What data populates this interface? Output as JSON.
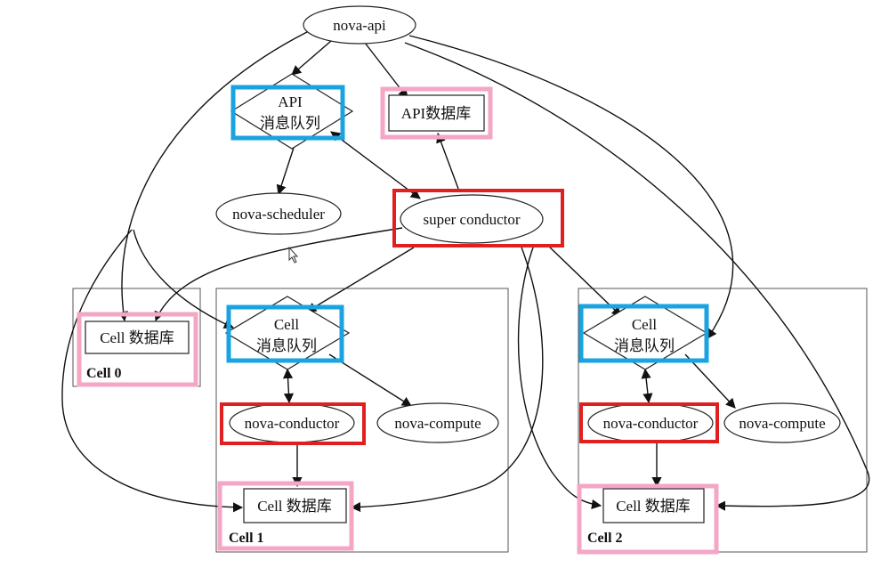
{
  "nodes": {
    "nova_api": "nova-api",
    "api_mq_line1": "API",
    "api_mq_line2": "消息队列",
    "api_db": "API数据库",
    "scheduler": "nova-scheduler",
    "super_conductor": "super conductor",
    "cell0_db": "Cell 数据库",
    "cell1_mq_line1": "Cell",
    "cell1_mq_line2": "消息队列",
    "cell1_conductor": "nova-conductor",
    "cell1_compute": "nova-compute",
    "cell1_db": "Cell 数据库",
    "cell2_mq_line1": "Cell",
    "cell2_mq_line2": "消息队列",
    "cell2_conductor": "nova-conductor",
    "cell2_compute": "nova-compute",
    "cell2_db": "Cell 数据库"
  },
  "cells": {
    "cell0": "Cell 0",
    "cell1": "Cell 1",
    "cell2": "Cell 2"
  },
  "highlight_colors": {
    "message_queue": "#1aa3e0",
    "conductor": "#e02020",
    "database": "#f4a6c6"
  }
}
